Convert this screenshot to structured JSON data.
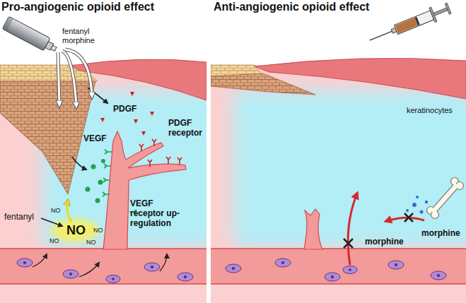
{
  "diagram": {
    "labels": [
      "Pro-angiogenic opioid effect",
      "Anti-angiogenic opioid effect",
      "fentanyl morphine",
      "PDGF",
      "VEGF",
      "PDGF receptor",
      "VEGF receptor up-regulation",
      "fentanyl",
      "NO",
      "NO",
      "NO",
      "NO",
      "NO",
      "keratinocytes",
      "morphine",
      "morphine"
    ]
  }
}
